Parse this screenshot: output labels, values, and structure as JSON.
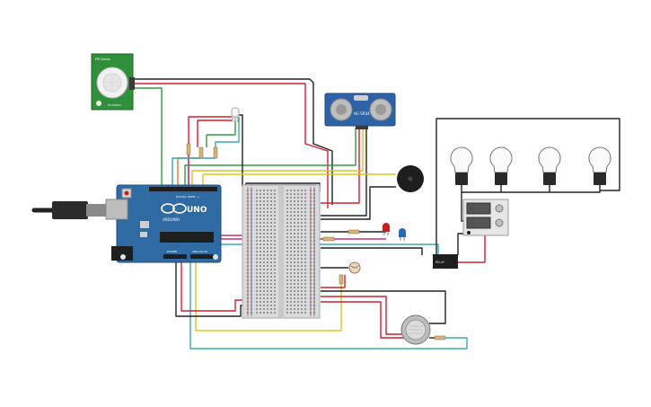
{
  "colors": {
    "board": "#2f6aa3",
    "board_dark": "#1f4e7d",
    "pir_board": "#2f8f3a",
    "sonar_board": "#2d62a6",
    "wire_black": "#222222",
    "wire_red": "#d21f2b",
    "wire_green": "#2e9e3a",
    "wire_yellow": "#e2c21b",
    "wire_teal": "#3aa7b5",
    "wire_magenta": "#c0307f",
    "wire_orange": "#e07b1f",
    "breadboard": "#d9d9d9"
  },
  "arduino": {
    "model": "UNO",
    "brand": "ARDUINO",
    "digital_label": "DIGITAL (PWM ~)",
    "power_label": "POWER",
    "analog_label": "ANALOG IN"
  },
  "pir": {
    "label_top": "PIR Sensor",
    "label_bottom": "HC-SR501"
  },
  "ultrasonic": {
    "label": "HC-SR04"
  },
  "relay": {
    "label": "RELAY"
  },
  "icons": {
    "pir": "pir-sensor-icon",
    "bulb": "light-bulb-icon",
    "buzzer": "piezo-buzzer-icon",
    "led_red": "red-led-icon",
    "led_blue": "blue-led-icon",
    "gas": "gas-sensor-icon",
    "usb": "usb-cable-icon"
  }
}
